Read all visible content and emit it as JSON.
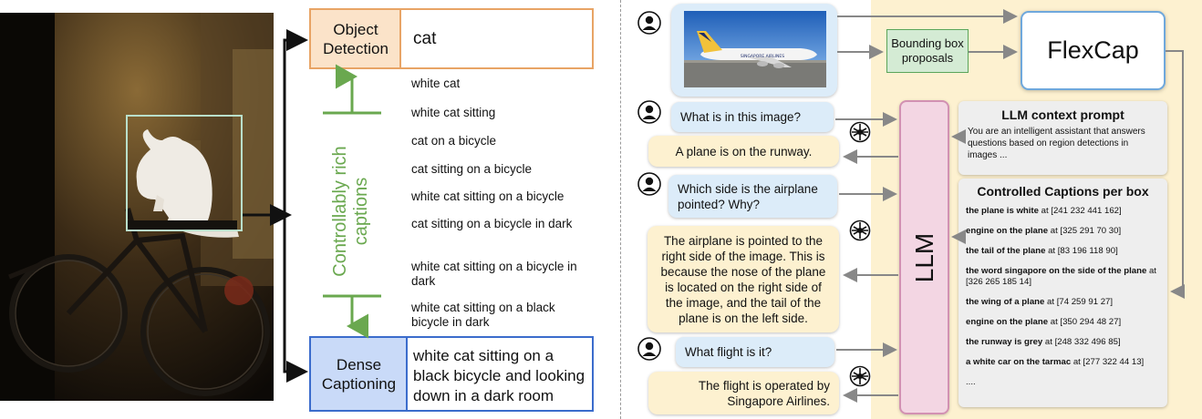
{
  "left": {
    "object_detection": {
      "label_line1": "Object",
      "label_line2": "Detection",
      "value": "cat"
    },
    "dense_captioning": {
      "label_line1": "Dense",
      "label_line2": "Captioning",
      "value": "white cat sitting on a black bicycle and looking down in a dark room"
    },
    "rich_label_line1": "Controllably rich",
    "rich_label_line2": "captions",
    "captions": [
      "white cat",
      "white cat sitting",
      "cat on a bicycle",
      "cat sitting on a bicycle",
      "white cat sitting on a bicycle",
      "cat sitting on a bicycle in dark",
      "white cat sitting on a bicycle in dark",
      "white cat sitting on a black bicycle in dark"
    ]
  },
  "right": {
    "bbox_proposals": "Bounding box proposals",
    "flexcap": "FlexCap",
    "llm": "LLM",
    "context_prompt": {
      "title": "LLM context prompt",
      "body": "You are an intelligent assistant that answers questions based on region detections in images ..."
    },
    "controlled_captions": {
      "title": "Controlled Captions per box",
      "items": [
        {
          "caption": "the plane is white",
          "at": "at [241 232 441 162]"
        },
        {
          "caption": "engine on the plane",
          "at": "at [325 291 70 30]"
        },
        {
          "caption": "the tail of the plane",
          "at": "at [83 196 118 90]"
        },
        {
          "caption": "the word singapore on the side of the plane",
          "at": "at [326 265 185 14]"
        },
        {
          "caption": "the wing of a plane",
          "at": "at [74 259 91 27]"
        },
        {
          "caption": "engine on the plane",
          "at": "at [350 294 48 27]"
        },
        {
          "caption": "the runway is grey",
          "at": "at [248 332 496 85]"
        },
        {
          "caption": "a white car on the tarmac",
          "at": "at [277 322 44 13]"
        }
      ],
      "ellipsis": "...."
    },
    "dialog": [
      {
        "role": "user",
        "text": "What is in this image?"
      },
      {
        "role": "assistant",
        "text": "A plane is on the runway."
      },
      {
        "role": "user",
        "text": "Which side is the airplane pointed? Why?"
      },
      {
        "role": "assistant",
        "text": "The airplane is pointed to the right side of the image. This is because the nose of the plane is located on the right side of the image, and the tail of the plane is on the left side."
      },
      {
        "role": "user",
        "text": "What flight is it?"
      },
      {
        "role": "assistant",
        "text": "The flight is operated by Singapore Airlines."
      }
    ],
    "plane_livery_text": "SINGAPORE AIRLINES"
  },
  "colors": {
    "od_fill": "#fbe3c9",
    "od_border": "#e8a465",
    "dc_fill": "#c9daf8",
    "dc_border": "#3b6ccc",
    "rich_green": "#6aa84f",
    "llm_fill": "#f3d6e3",
    "llm_border": "#d291b2",
    "flexcap_border": "#6fa8dc",
    "bbox_fill": "#d4ebd4",
    "bbox_border": "#5aa55a",
    "user_bubble": "#dcecf9",
    "assistant_bubble": "#fdf1d0",
    "panel_bg": "#fdf1d0",
    "arrow_gray": "#888888"
  },
  "icons": {
    "user": "user-avatar-icon",
    "assistant": "assistant-ai-icon"
  }
}
